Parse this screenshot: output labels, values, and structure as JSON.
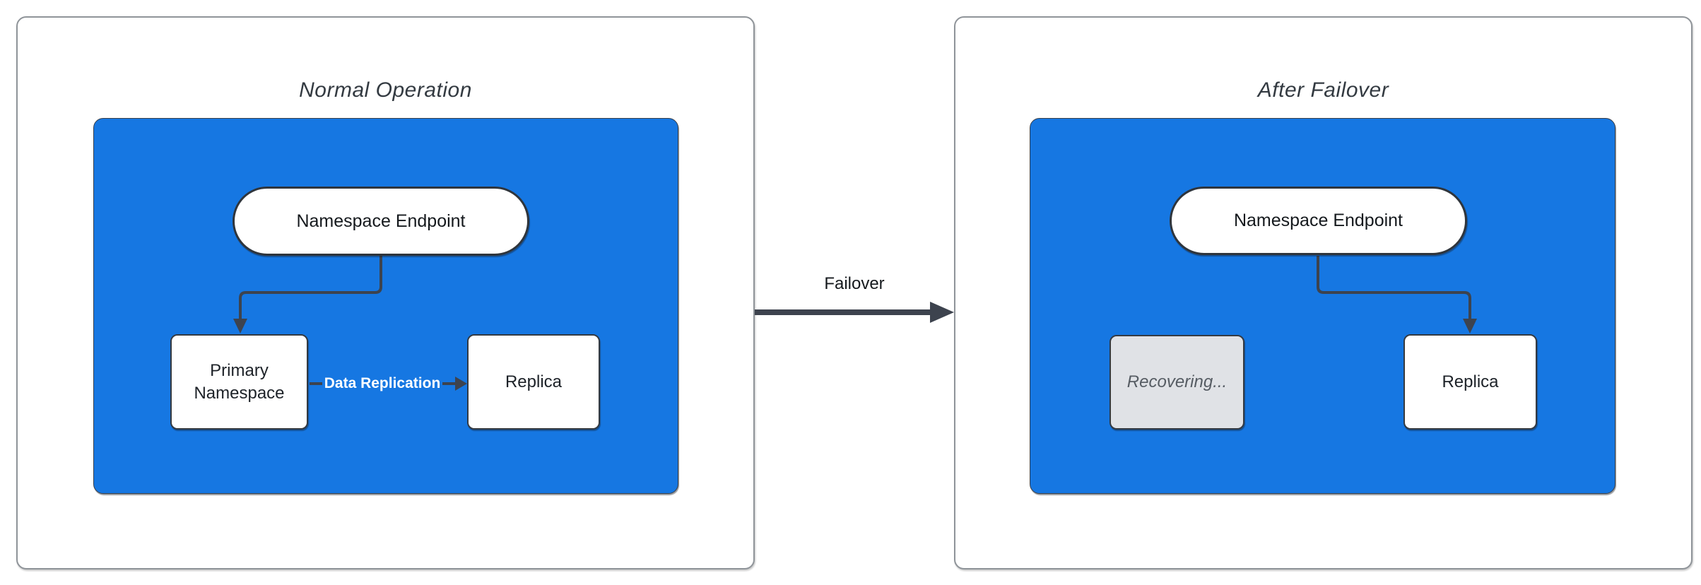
{
  "diagram": {
    "panels": [
      {
        "id": "normal-operation",
        "title": "Normal Operation",
        "endpoint_label": "Namespace Endpoint",
        "nodes": [
          {
            "id": "primary",
            "label": "Primary Namespace",
            "state": "active"
          },
          {
            "id": "replica",
            "label": "Replica",
            "state": "active"
          }
        ],
        "edge_label": "Data Replication"
      },
      {
        "id": "after-failover",
        "title": "After Failover",
        "endpoint_label": "Namespace Endpoint",
        "nodes": [
          {
            "id": "recovering",
            "label": "Recovering...",
            "state": "recovering"
          },
          {
            "id": "replica",
            "label": "Replica",
            "state": "active"
          }
        ]
      }
    ],
    "transition_label": "Failover",
    "colors": {
      "container_blue": "#1677e2",
      "edge_dark": "#3d434e",
      "node_white": "#ffffff",
      "recovering_fill": "#e0e2e6",
      "recovering_text": "#565c63",
      "panel_border": "#8f9499",
      "title_text": "#333a41",
      "edge_label_text": "#ffffff"
    }
  }
}
